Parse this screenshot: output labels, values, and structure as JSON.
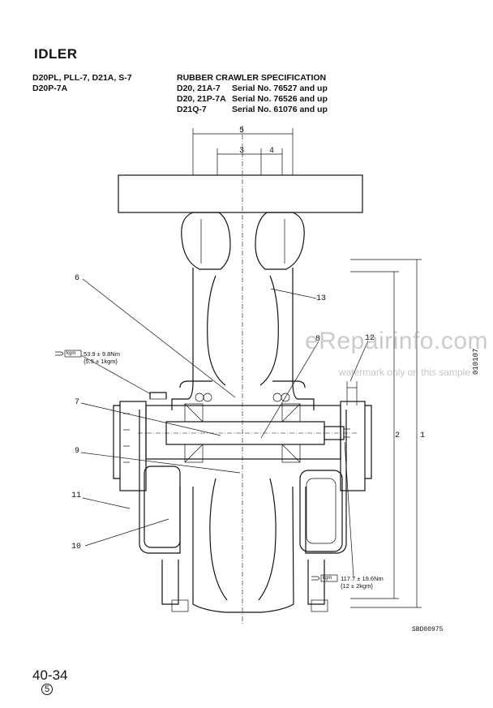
{
  "page": {
    "title": "IDLER",
    "models": [
      "D20PL, PLL-7, D21A, S-7",
      "D20P-7A"
    ],
    "spec_heading": "RUBBER CRAWLER SPECIFICATION",
    "spec_rows": [
      {
        "model": "D20, 21A-7",
        "serial": "Serial No. 76527 and up"
      },
      {
        "model": "D20, 21P-7A",
        "serial": "Serial No. 76526 and up"
      },
      {
        "model": "D21Q-7",
        "serial": "Serial No. 61076 and up"
      }
    ],
    "figure_id": "SBD00975",
    "side_id": "010107",
    "page_number": "40-34",
    "revision": "5"
  },
  "diagram": {
    "dimension_labels": [
      "1",
      "2",
      "3",
      "4",
      "5"
    ],
    "callouts": [
      "6",
      "7",
      "8",
      "9",
      "10",
      "11",
      "12",
      "13"
    ],
    "torque_left": {
      "line1": "53.9 ± 9.8Nm",
      "line2": "{5.5 ± 1kgm}"
    },
    "torque_right": {
      "line1": "117.7 ± 19.6Nm",
      "line2": "{12 ± 2kgm}"
    },
    "wrench_label": "kgm"
  },
  "watermark": {
    "site": "eRepairinfo.com",
    "note": "watermark only on this sample"
  }
}
